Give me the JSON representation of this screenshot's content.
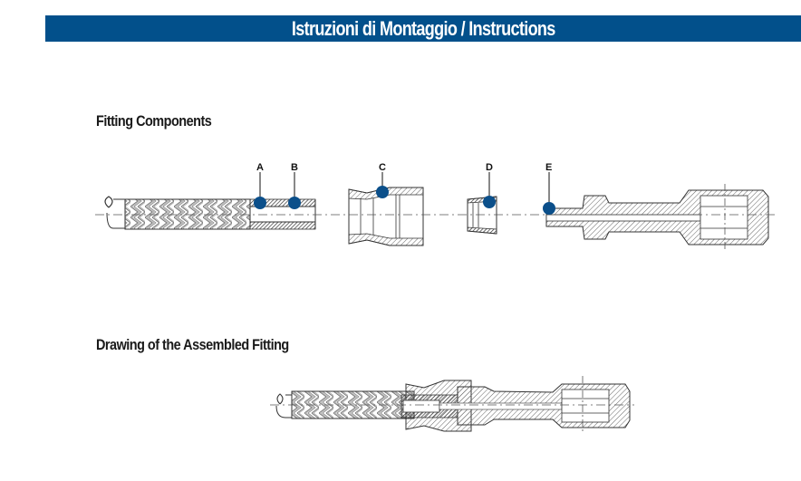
{
  "header": {
    "title": "Istruzioni di Montaggio / Instructions",
    "background": "#02508b"
  },
  "sections": {
    "components_title": "Fitting Components",
    "assembled_title": "Drawing of the Assembled Fitting"
  },
  "callouts": [
    {
      "label": "A"
    },
    {
      "label": "B"
    },
    {
      "label": "C"
    },
    {
      "label": "D"
    },
    {
      "label": "E"
    }
  ],
  "colors": {
    "callout_dot": "#0b4f8a",
    "line": "#333333",
    "hatch": "#555555"
  }
}
